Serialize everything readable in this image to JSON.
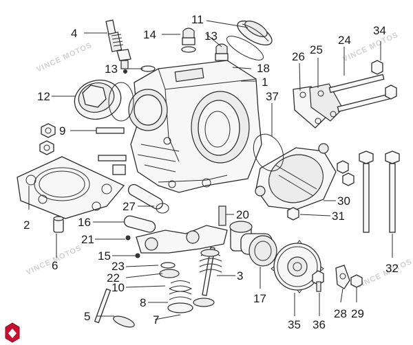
{
  "callouts": [
    {
      "id": "p1",
      "label": "1"
    },
    {
      "id": "p2",
      "label": "2"
    },
    {
      "id": "p3",
      "label": "3"
    },
    {
      "id": "p4",
      "label": "4"
    },
    {
      "id": "p5",
      "label": "5"
    },
    {
      "id": "p6",
      "label": "6"
    },
    {
      "id": "p7",
      "label": "7"
    },
    {
      "id": "p8",
      "label": "8"
    },
    {
      "id": "p9",
      "label": "9"
    },
    {
      "id": "p10",
      "label": "10"
    },
    {
      "id": "p11",
      "label": "11"
    },
    {
      "id": "p12",
      "label": "12"
    },
    {
      "id": "p13a",
      "label": "13"
    },
    {
      "id": "p13b",
      "label": "13"
    },
    {
      "id": "p14",
      "label": "14"
    },
    {
      "id": "p15",
      "label": "15"
    },
    {
      "id": "p16",
      "label": "16"
    },
    {
      "id": "p17",
      "label": "17"
    },
    {
      "id": "p18",
      "label": "18"
    },
    {
      "id": "p20",
      "label": "20"
    },
    {
      "id": "p21",
      "label": "21"
    },
    {
      "id": "p22",
      "label": "22"
    },
    {
      "id": "p23",
      "label": "23"
    },
    {
      "id": "p24",
      "label": "24"
    },
    {
      "id": "p25",
      "label": "25"
    },
    {
      "id": "p26",
      "label": "26"
    },
    {
      "id": "p27",
      "label": "27"
    },
    {
      "id": "p28",
      "label": "28"
    },
    {
      "id": "p29",
      "label": "29"
    },
    {
      "id": "p30",
      "label": "30"
    },
    {
      "id": "p31",
      "label": "31"
    },
    {
      "id": "p32",
      "label": "32"
    },
    {
      "id": "p34",
      "label": "34"
    },
    {
      "id": "p35",
      "label": "35"
    },
    {
      "id": "p36",
      "label": "36"
    },
    {
      "id": "p37",
      "label": "37"
    }
  ],
  "watermark": "VINCE MOTOS",
  "colors": {
    "logo_red": "#c8102e",
    "line": "#2b2b2b"
  }
}
